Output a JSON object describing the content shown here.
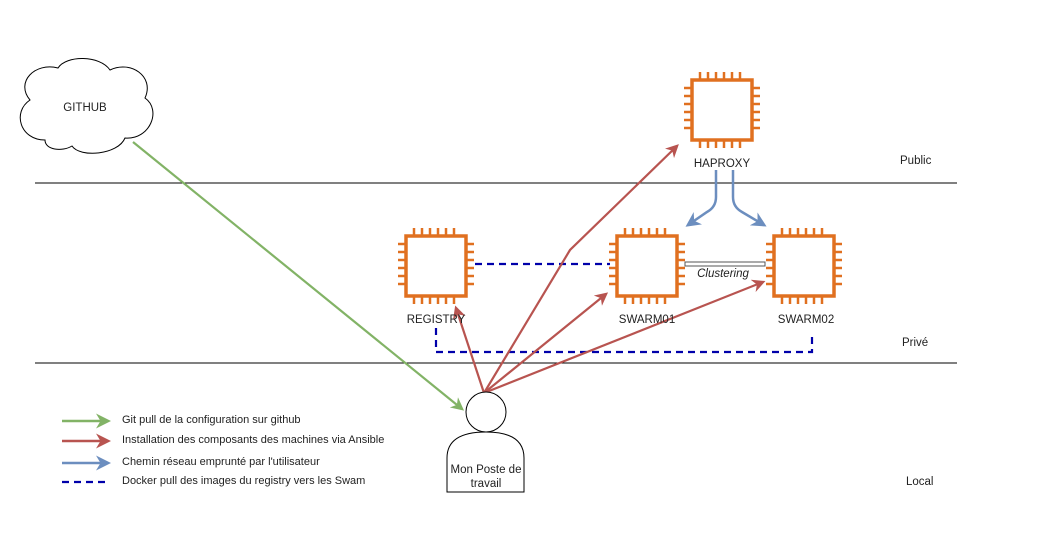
{
  "zones": {
    "public": "Public",
    "private": "Privé",
    "local": "Local"
  },
  "nodes": {
    "github": "GITHUB",
    "haproxy": "HAPROXY",
    "registry": "REGISTRY",
    "swarm01": "SWARM01",
    "swarm02": "SWARM02",
    "workstation_line1": "Mon Poste de",
    "workstation_line2": "travail"
  },
  "clustering_label": "Clustering",
  "legend": [
    {
      "label": "Git pull de la configuration sur github",
      "color": "#82b366",
      "style": "solid-arrow"
    },
    {
      "label": "Installation des composants des machines via Ansible",
      "color": "#b85450",
      "style": "solid-arrow"
    },
    {
      "label": "Chemin réseau emprunté par l'utilisateur",
      "color": "#6c8ebf",
      "style": "solid-arrow"
    },
    {
      "label": "Docker pull des images du registry vers les Swam",
      "color": "#0000aa",
      "style": "dashed"
    }
  ],
  "colors": {
    "chip": "#e07020",
    "git": "#82b366",
    "ansible": "#b85450",
    "network": "#6c8ebf",
    "docker": "#0000aa"
  }
}
